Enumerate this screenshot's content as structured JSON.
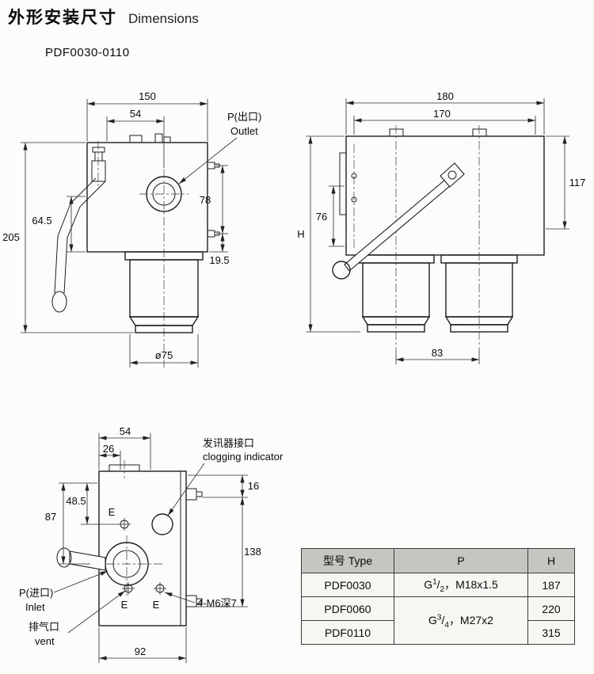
{
  "header": {
    "title_zh": "外形安装尺寸",
    "title_en": "Dimensions",
    "model": "PDF0030-0110"
  },
  "front_view": {
    "dim_width": "150",
    "dim_port_offset": "54",
    "dim_height": "205",
    "dim_lever": "64.5",
    "dim_outlet": "78",
    "dim_flange": "19.5",
    "dim_bowl_dia": "ø75",
    "outlet_label_zh": "P(出口)",
    "outlet_label_en": "Outlet"
  },
  "side_view": {
    "dim_width": "180",
    "dim_inner_width": "170",
    "dim_right_height": "117",
    "dim_port_height": "76",
    "dim_total_height": "H",
    "dim_bowl_spacing": "83"
  },
  "bottom_view": {
    "dim_top_width": "54",
    "dim_port_offset": "26",
    "dim_e_height": "48.5",
    "dim_inlet_height": "87",
    "dim_top_gap": "16",
    "dim_side_height": "138",
    "dim_bottom_width": "92",
    "holes_label": "4-M6深7",
    "indicator_zh": "发讯器接口",
    "indicator_en": "clogging indicator",
    "e_label": "E",
    "inlet_zh": "P(进口)",
    "inlet_en": "Inlet",
    "vent_zh": "排气口",
    "vent_en": "vent"
  },
  "table": {
    "header": {
      "type": "型号 Type",
      "p": "P",
      "h": "H"
    },
    "rows": [
      {
        "type": "PDF0030",
        "h": "187"
      },
      {
        "type": "PDF0060",
        "h": "220"
      },
      {
        "type": "PDF0110",
        "h": "315"
      }
    ],
    "p_values": [
      {
        "base": "G",
        "numerator": "1",
        "slash": "/",
        "denominator": "2",
        "suffix": "，M18x1.5"
      },
      {
        "base": "G",
        "numerator": "3",
        "slash": "/",
        "denominator": "4",
        "suffix": "，M27x2"
      }
    ]
  }
}
